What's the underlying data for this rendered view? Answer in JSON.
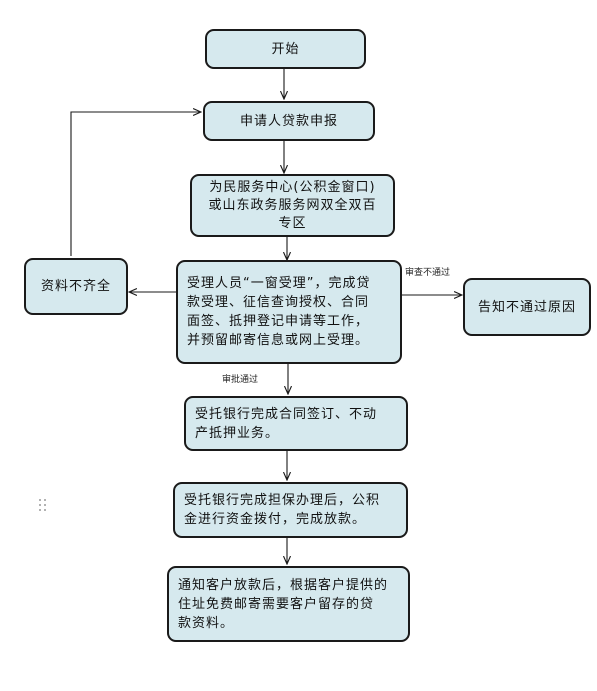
{
  "diagram": {
    "nodes": {
      "start": "开始",
      "apply": "申请人贷款申报",
      "service_center": "为民服务中心(公积金窗口)\n或山东政务服务网双全双百\n专区",
      "acceptance": "受理人员“一窗受理”，完成贷\n款受理、征信查询授权、合同\n面签、抵押登记申请等工作，\n并预留邮寄信息或网上受理。",
      "incomplete": "资料不齐全",
      "reject_notice": "告知不通过原因",
      "bank_contract": "受托银行完成合同签订、不动\n产抵押业务。",
      "disbursement": "受托银行完成担保办理后，公积\n金进行资金拨付，完成放款。",
      "mailing": "通知客户放款后，根据客户提供的\n住址免费邮寄需要客户留存的贷\n款资料。"
    },
    "edge_labels": {
      "review_fail": "审查不通过",
      "approval_pass": "审批通过"
    }
  }
}
